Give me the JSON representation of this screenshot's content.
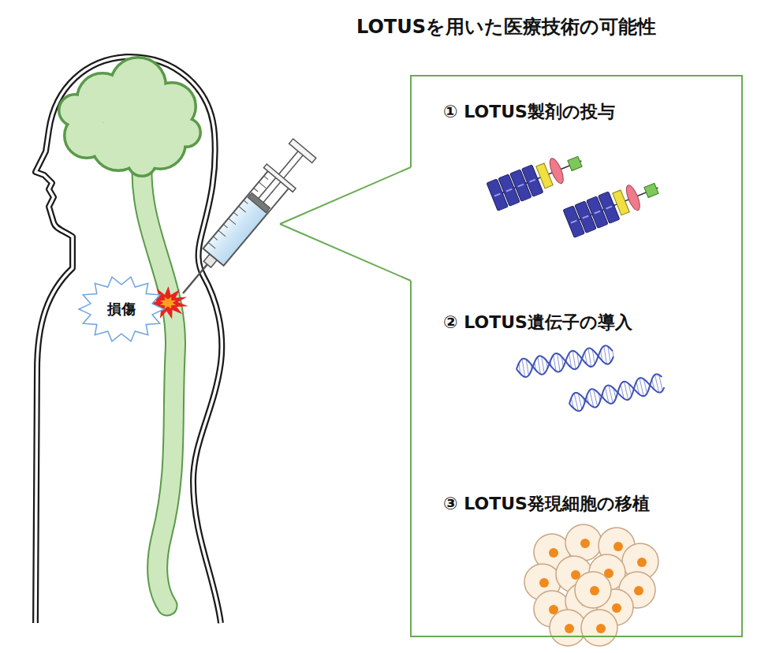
{
  "diagram": {
    "title": "LOTUSを用いた医療技術の可能性",
    "nodes": [
      {
        "text": [
          "① LOTUS製剤の投与",
          "② LOTUS遺伝子の導入",
          "③ LOTUS発現細胞の移植"
        ]
      },
      {
        "text": [
          "損傷"
        ]
      }
    ]
  }
}
